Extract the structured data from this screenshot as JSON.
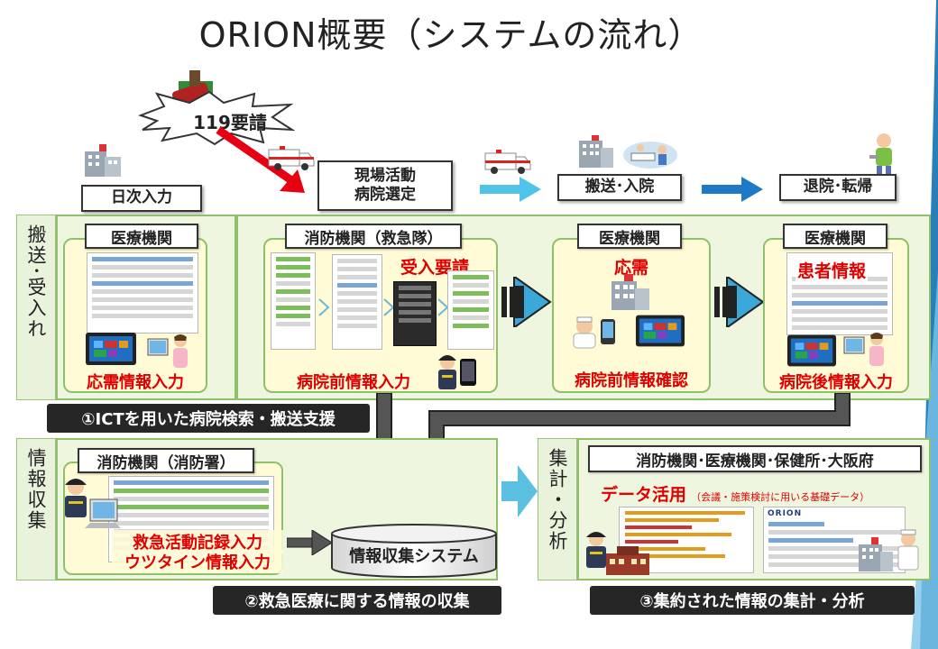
{
  "title": "ORION概要（システムの流れ）",
  "burst_label": "119要請",
  "steps": {
    "daily_input": "日次入力",
    "field_line1": "現場活動",
    "field_line2": "病院選定",
    "transport": "搬送･入院",
    "discharge": "退院･転帰"
  },
  "sections": {
    "transport_accept": "搬送･受入れ",
    "info_collect": "情報収集",
    "aggregate": "集計・分析"
  },
  "panels": {
    "p1_org": "医療機関",
    "p1_caption": "応需情報入力",
    "p2_org": "消防機関（救急隊）",
    "p2_request": "受入要請",
    "p2_caption": "病院前情報入力",
    "p3_org": "医療機関",
    "p3_accept": "応需",
    "p3_caption": "病院前情報確認",
    "p4_org": "医療機関",
    "p4_patient": "患者情報",
    "p4_caption": "病院後情報入力",
    "p5_org": "消防機関（消防署）",
    "p5_caption1": "救急活動記録入力",
    "p5_caption2": "ウツタイン情報入力",
    "p6_org": "消防機関･医療機関･保健所･大阪府",
    "p6_data": "データ活用",
    "p6_note": "（会議・施策検討に用いる基礎データ）",
    "p6_logo": "ORION"
  },
  "system_label": "情報収集システム",
  "banners": {
    "b1": "①ICTを用いた病院検索・搬送支援",
    "b2": "②救急医療に関する情報の収集",
    "b3": "③集約された情報の集計・分析"
  },
  "colors": {
    "panel_bg": "#eef6df",
    "panel_border": "#8fc16a",
    "card_bg": "#fefbd6",
    "accent_red": "#e00000",
    "flow_blue": "#3aa8d8",
    "banner_bg": "#262626"
  }
}
